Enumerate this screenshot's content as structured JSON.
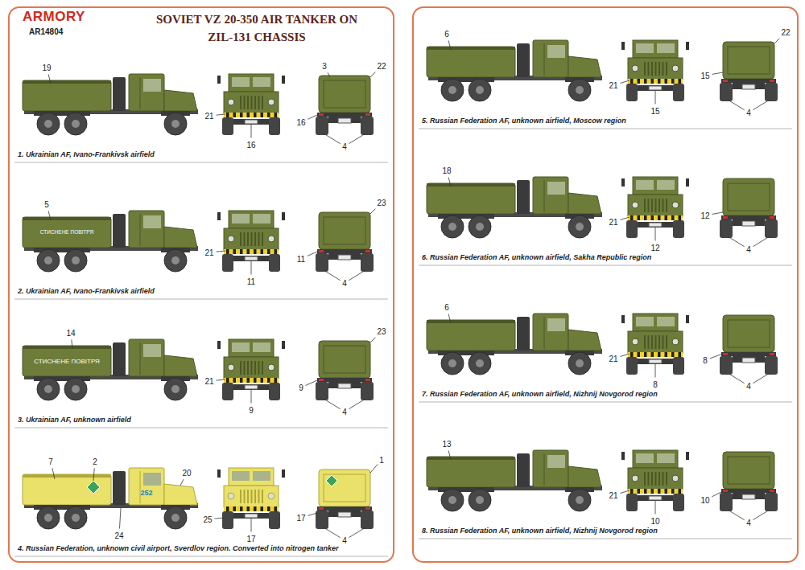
{
  "diagram": {
    "title": "SOVIET VZ 20-350 AIR TANKER ON ZIL-131 CHASSIS",
    "nodes": [
      {
        "text": [
          "1. Ukrainian AF, Ivano-Frankivsk airfield",
          "2. Ukrainian AF, Ivano-Frankivsk airfield",
          "3. Ukrainian AF, unknown airfield",
          "4. Russian Federation, unknown civil airport, Sverdlov region. Converted into nitrogen tanker"
        ]
      },
      {
        "text": [
          "5. Russian Federation AF, unknown airfield, Moscow region",
          "6. Russian Federation AF, unknown airfield, Sakha Republic region",
          "7. Russian Federation AF, unknown airfield, Nizhnij Novgorod region",
          "8. Russian Federation AF, unknown airfield, Nizhnij Novgorod region"
        ]
      }
    ],
    "labels": [
      "ARMORY",
      "AR14804",
      "19",
      "21",
      "16",
      "3",
      "22",
      "16",
      "4",
      "5",
      "СТИСНЕНЕ ПОВІТРЯ",
      "21",
      "11",
      "23",
      "11",
      "4",
      "14",
      "СТИСНЕНЕ ПОВІТРЯ",
      "21",
      "9",
      "23",
      "9",
      "4",
      "7",
      "2",
      "20",
      "252",
      "24",
      "25",
      "17",
      "1",
      "17",
      "4",
      "6",
      "21",
      "15",
      "22",
      "15",
      "4",
      "18",
      "21",
      "12",
      "12",
      "4",
      "6",
      "21",
      "8",
      "8",
      "4",
      "13",
      "21",
      "10",
      "10",
      "4"
    ]
  }
}
